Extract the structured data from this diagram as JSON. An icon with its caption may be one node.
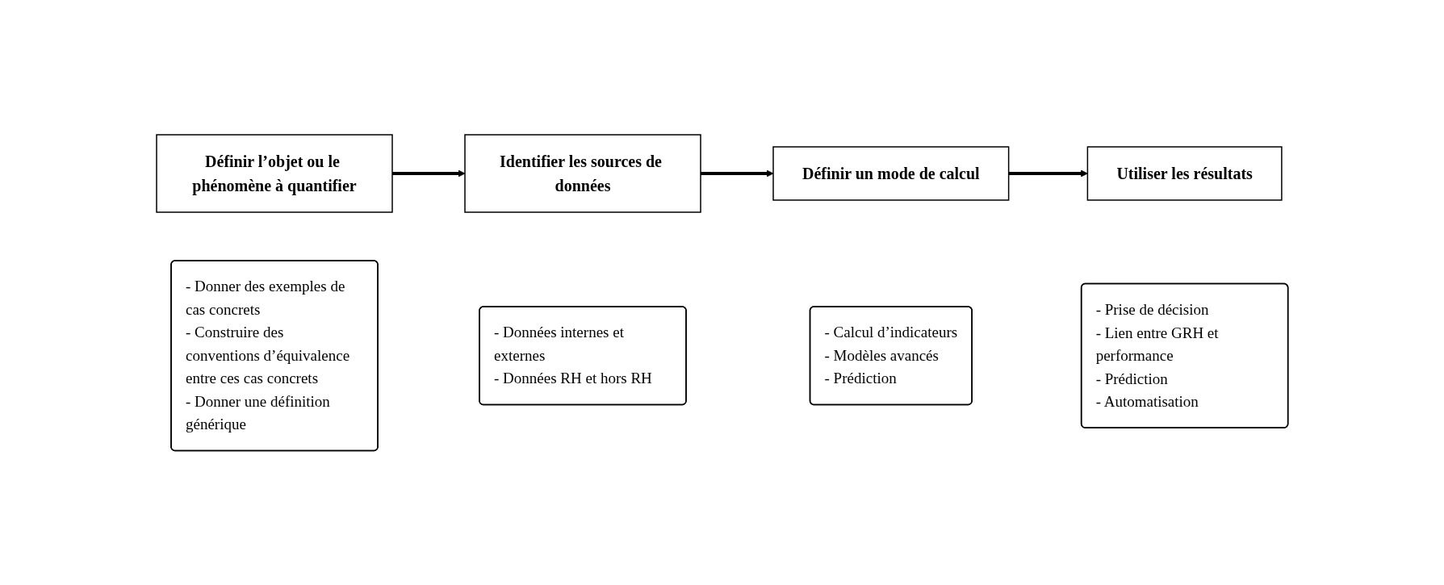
{
  "diagram": {
    "nodes": [
      {
        "text": [
          "Définir l’objet ou le phénomène à quantifier"
        ]
      },
      {
        "text": [
          "Identifier les sources de données"
        ]
      },
      {
        "text": [
          "Définir un mode de calcul"
        ]
      },
      {
        "text": [
          "Utiliser les résultats"
        ]
      },
      {
        "text": [
          "- Donner des exemples de cas concrets",
          "- Construire des conventions d’équivalence entre ces cas concrets",
          "- Donner une définition générique"
        ]
      },
      {
        "text": [
          "- Données internes et externes",
          "- Données RH et hors RH"
        ]
      },
      {
        "text": [
          "- Calcul d’indicateurs",
          "- Modèles avancés",
          "- Prédiction"
        ]
      },
      {
        "text": [
          "- Prise de décision",
          "- Lien entre GRH et performance",
          "- Prédiction",
          "- Automatisation"
        ]
      }
    ],
    "edges": [
      {
        "from": 0,
        "to": 1,
        "arrow": "to"
      },
      {
        "from": 1,
        "to": 2,
        "arrow": "to"
      },
      {
        "from": 2,
        "to": 3,
        "arrow": "to"
      }
    ]
  }
}
